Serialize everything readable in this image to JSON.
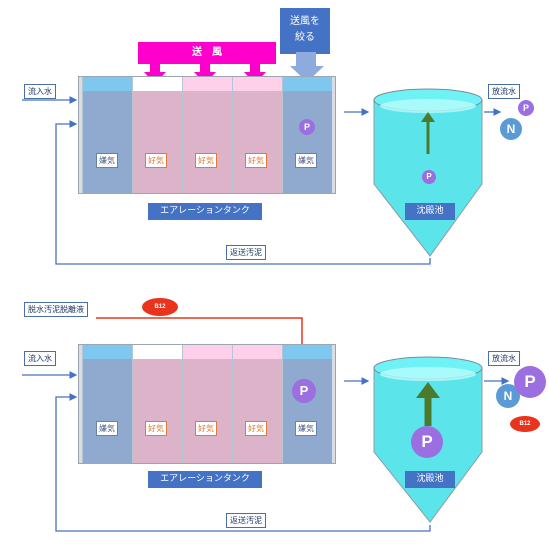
{
  "top": {
    "inflow": "流入水",
    "effluent": "放流水",
    "air_banner": "送　風",
    "air_reduce": "送風を\n絞る",
    "tank_label": "エアレーションタンク",
    "settling": "沈殿池",
    "return_sludge": "返送汚泥",
    "cells": [
      "嫌気",
      "好気",
      "好気",
      "好気",
      "嫌気"
    ],
    "p": "P",
    "n": "N"
  },
  "bottom": {
    "inflow": "流入水",
    "effluent": "放流水",
    "additive": "脱水汚泥脱離液",
    "b12": "B12",
    "tank_label": "エアレーションタンク",
    "settling": "沈殿池",
    "return_sludge": "返送汚泥",
    "cells": [
      "嫌気",
      "好気",
      "好気",
      "好気",
      "嫌気"
    ],
    "p": "P",
    "n": "N"
  },
  "colors": {
    "anaerobic": "#9db6d8",
    "aerobic": "#e0b8cc",
    "magenta": "#ff00cc",
    "blue_bar": "#4472c4",
    "arrow_blue": "#4472c4",
    "red": "#e8341c",
    "settling_water": "#40e0e8"
  }
}
